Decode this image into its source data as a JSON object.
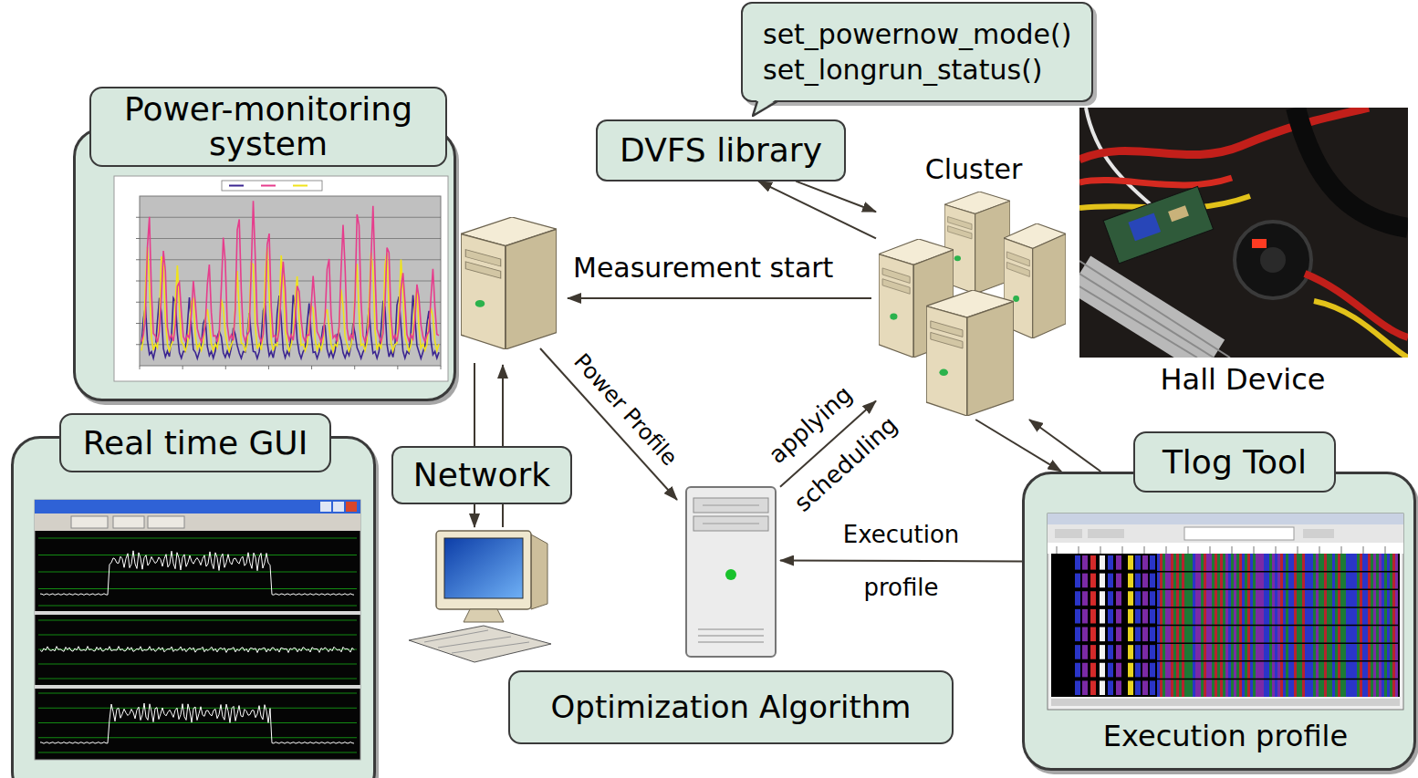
{
  "diagram": {
    "nodes": [
      {
        "text": [
          "set_powernow_mode() set_longrun_status()"
        ]
      },
      {
        "text": [
          "Power-monitoring system"
        ]
      },
      {
        "text": [
          "DVFS library"
        ]
      },
      {
        "text": [
          "Cluster"
        ]
      },
      {
        "text": [
          "Network"
        ]
      },
      {
        "text": [
          "Real time GUI"
        ]
      },
      {
        "text": [
          "Optimization Algorithm"
        ]
      },
      {
        "text": [
          "Tlog Tool",
          "Execution profile"
        ]
      }
    ],
    "edges": [
      {
        "from": 3,
        "to": 2,
        "arrow": "to"
      },
      {
        "from": 2,
        "to": 3,
        "arrow": "to"
      },
      {
        "from": 3,
        "to": 7,
        "arrow": "to"
      },
      {
        "from": 7,
        "to": 3,
        "arrow": "to"
      },
      {
        "from": 7,
        "to": 6,
        "label": "Execution profile",
        "arrow": "to"
      },
      {
        "from": 6,
        "to": 3,
        "label": "applying scheduling",
        "arrow": "to"
      }
    ],
    "labels": [
      "Measurement start",
      "Power Profile",
      "Hall Device"
    ]
  }
}
